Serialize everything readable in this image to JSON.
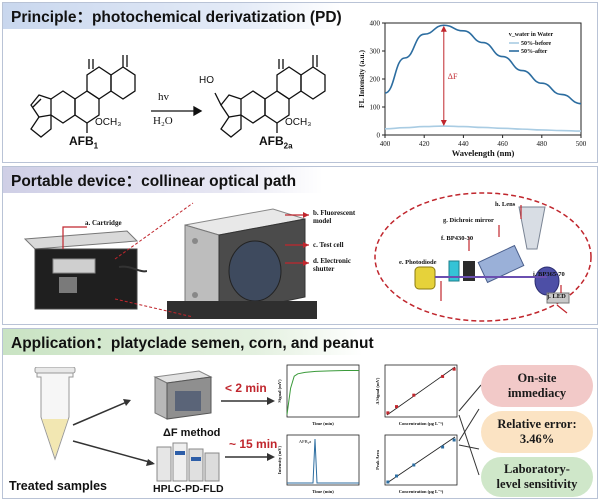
{
  "principle": {
    "title": "Principle：photochemical derivatization (PD)",
    "reactant": "AFB",
    "reactant_sub": "1",
    "product": "AFB",
    "product_sub": "2a",
    "arrow_top": "hv",
    "arrow_bottom": "H₂O",
    "och3": "OCH₃",
    "ho": "HO"
  },
  "chart_data": {
    "type": "line",
    "title": "",
    "xlabel": "Wavelength (nm)",
    "ylabel": "FL Intensity (a.u.)",
    "xlim": [
      400,
      500
    ],
    "ylim": [
      0,
      400
    ],
    "x_ticks": [
      "400",
      "420",
      "440",
      "460",
      "480",
      "500"
    ],
    "y_ticks": [
      "0",
      "100",
      "200",
      "300",
      "400"
    ],
    "legend_title": "v_water in Water",
    "legend_position": "top-right",
    "annotation": "ΔF",
    "series": [
      {
        "name": "50%-before",
        "color": "#a9cce3",
        "x": [
          400,
          410,
          420,
          430,
          440,
          450,
          460,
          470,
          480,
          490,
          500
        ],
        "y": [
          22,
          26,
          30,
          32,
          30,
          27,
          24,
          21,
          18,
          16,
          14
        ]
      },
      {
        "name": "50%-after",
        "color": "#2c6da0",
        "x": [
          400,
          410,
          420,
          430,
          440,
          450,
          460,
          470,
          480,
          490,
          500
        ],
        "y": [
          150,
          275,
          360,
          392,
          372,
          330,
          280,
          230,
          185,
          145,
          112
        ]
      }
    ]
  },
  "device": {
    "title": "Portable device：collinear optical path",
    "labels": {
      "cartridge": "a. Cartridge",
      "fluorescent_model": "b. Fluorescent\nmodel",
      "test_cell": "c. Test cell",
      "electronic_shutter": "d. Electronic\nshutter",
      "photodiode": "e. Photodiode",
      "bp430": "f. BP430-30",
      "dichroic": "g. Dichroic mirror",
      "lens": "h. Lens",
      "bp365": "i. BP365-70",
      "led": "j. LED"
    }
  },
  "application": {
    "title": "Application：platyclade semen, corn, and peanut",
    "treated": "Treated samples",
    "af_method": "ΔF method",
    "hplc": "HPLC-PD-FLD",
    "time1": "< 2 min",
    "time2": "~ 15 min",
    "pills": [
      {
        "line1": "On-site",
        "line2": "immediacy",
        "color": "#f2c9c8"
      },
      {
        "line1": "Relative error:",
        "line2": "3.46%",
        "color": "#fbe3c3"
      },
      {
        "line1": "Laboratory-",
        "line2": "level sensitivity",
        "color": "#cfe7c9"
      }
    ],
    "mini_charts": {
      "c1_xlabel": "Time (min)",
      "c1_ylabel": "Signal (mV)",
      "c2_xlabel": "Concentration (μg L⁻¹)",
      "c2_ylabel": "Δ Signal (mV)",
      "c3_xlabel": "Time (min)",
      "c3_ylabel": "Intensity (mV)",
      "c4_xlabel": "Concentration (μg L⁻¹)",
      "c4_ylabel": "Peak Area",
      "c3_peak": "AFB₂a",
      "c1_x": [
        0,
        0.1,
        0.2,
        0.3,
        0.5,
        0.8,
        1.2,
        1.6,
        2.0
      ],
      "c1_y": [
        0.05,
        0.6,
        0.85,
        0.9,
        0.93,
        0.95,
        0.96,
        0.97,
        0.97
      ],
      "c2_points": [
        [
          0.5,
          0.08
        ],
        [
          2,
          0.2
        ],
        [
          5,
          0.42
        ],
        [
          10,
          0.78
        ],
        [
          12,
          0.92
        ]
      ],
      "c4_points": [
        [
          0.5,
          0.06
        ],
        [
          2,
          0.18
        ],
        [
          5,
          0.4
        ],
        [
          10,
          0.76
        ],
        [
          12,
          0.9
        ]
      ]
    }
  }
}
